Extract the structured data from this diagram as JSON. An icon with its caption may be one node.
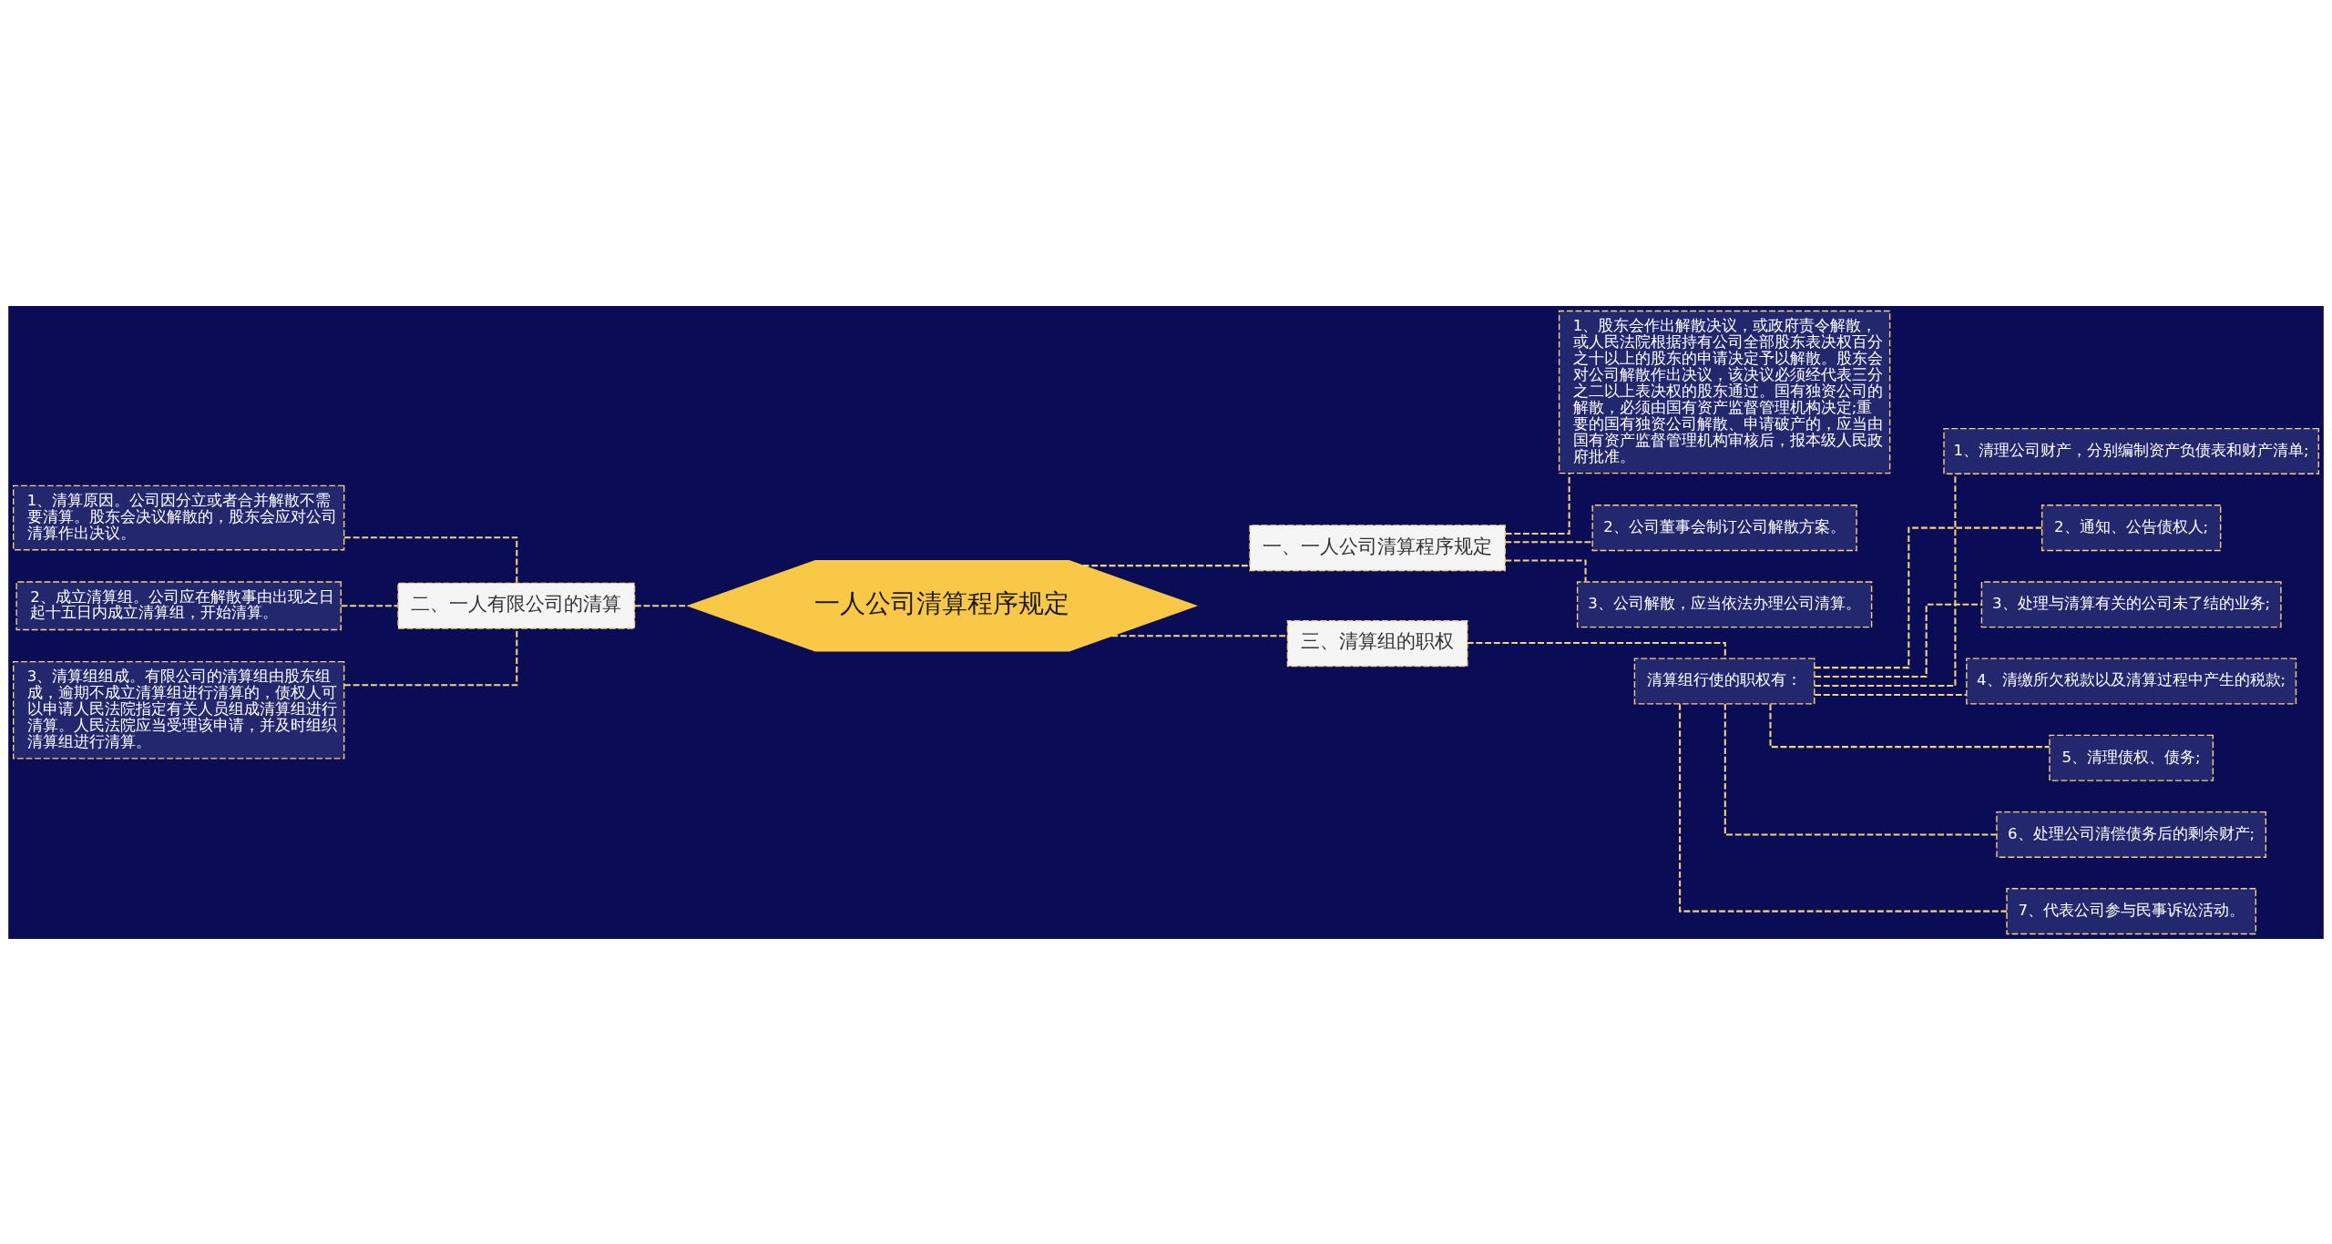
{
  "diagram": {
    "nodes": [
      {
        "text": [
          "一人公司清算程序规定"
        ]
      },
      {
        "text": [
          "一、一人公司清算程序规定"
        ]
      },
      {
        "text": [
          "1、股东会作出解散决议，或政府责令解散，或人民法院根据持有公司全部股东表决权百分之十以上的股东的申请决定予以解散。股东会对公司解散作出决议，该决议必须经代表三分之二以上表决权的股东通过。国有独资公司的解散，必须由国有资产监督管理机构决定;重要的国有独资公司解散、申请破产的，应当由国有资产监督管理机构审核后，报本级人民政府批准。"
        ]
      },
      {
        "text": [
          "2、公司董事会制订公司解散方案。"
        ]
      },
      {
        "text": [
          "3、公司解散，应当依法办理公司清算。"
        ]
      },
      {
        "text": [
          "二、一人有限公司的清算"
        ]
      },
      {
        "text": [
          "1、清算原因。公司因分立或者合并解散不需要清算。股东会决议解散的，股东会应对公司清算作出决议。"
        ]
      },
      {
        "text": [
          "2、成立清算组。公司应在解散事由出现之日起十五日内成立清算组，开始清算。"
        ]
      },
      {
        "text": [
          "3、清算组组成。有限公司的清算组由股东组成，逾期不成立清算组进行清算的，债权人可以申请人民法院指定有关人员组成清算组进行清算。人民法院应当受理该申请，并及时组织清算组进行清算。"
        ]
      },
      {
        "text": [
          "三、清算组的职权"
        ]
      },
      {
        "text": [
          "清算组行使的职权有："
        ]
      },
      {
        "text": [
          "1、清理公司财产，分别编制资产负债表和财产清单;"
        ]
      },
      {
        "text": [
          "2、通知、公告债权人;"
        ]
      },
      {
        "text": [
          "3、处理与清算有关的公司未了结的业务;"
        ]
      },
      {
        "text": [
          "4、清缴所欠税款以及清算过程中产生的税款;"
        ]
      },
      {
        "text": [
          "5、清理债权、债务;"
        ]
      },
      {
        "text": [
          "6、处理公司清偿债务后的剩余财产;"
        ]
      },
      {
        "text": [
          "7、代表公司参与民事诉讼活动。"
        ]
      }
    ],
    "edges": [
      {
        "from": 0,
        "to": 1,
        "arrow": "none",
        "style": "dashed"
      },
      {
        "from": 1,
        "to": 2,
        "arrow": "none",
        "style": "dashed"
      },
      {
        "from": 1,
        "to": 3,
        "arrow": "none",
        "style": "dashed"
      },
      {
        "from": 1,
        "to": 4,
        "arrow": "none",
        "style": "dashed"
      },
      {
        "from": 0,
        "to": 5,
        "arrow": "none",
        "style": "dashed"
      },
      {
        "from": 5,
        "to": 6,
        "arrow": "none",
        "style": "dashed"
      },
      {
        "from": 5,
        "to": 7,
        "arrow": "none",
        "style": "dashed"
      },
      {
        "from": 5,
        "to": 8,
        "arrow": "none",
        "style": "dashed"
      },
      {
        "from": 0,
        "to": 9,
        "arrow": "none",
        "style": "dashed"
      },
      {
        "from": 9,
        "to": 10,
        "arrow": "none",
        "style": "dashed"
      },
      {
        "from": 10,
        "to": 11,
        "arrow": "none",
        "style": "dashed"
      },
      {
        "from": 10,
        "to": 12,
        "arrow": "none",
        "style": "dashed"
      },
      {
        "from": 10,
        "to": 13,
        "arrow": "none",
        "style": "dashed"
      },
      {
        "from": 10,
        "to": 14,
        "arrow": "none",
        "style": "dashed"
      },
      {
        "from": 10,
        "to": 15,
        "arrow": "none",
        "style": "dashed"
      },
      {
        "from": 10,
        "to": 16,
        "arrow": "none",
        "style": "dashed"
      },
      {
        "from": 10,
        "to": 17,
        "arrow": "none",
        "style": "dashed"
      }
    ]
  }
}
